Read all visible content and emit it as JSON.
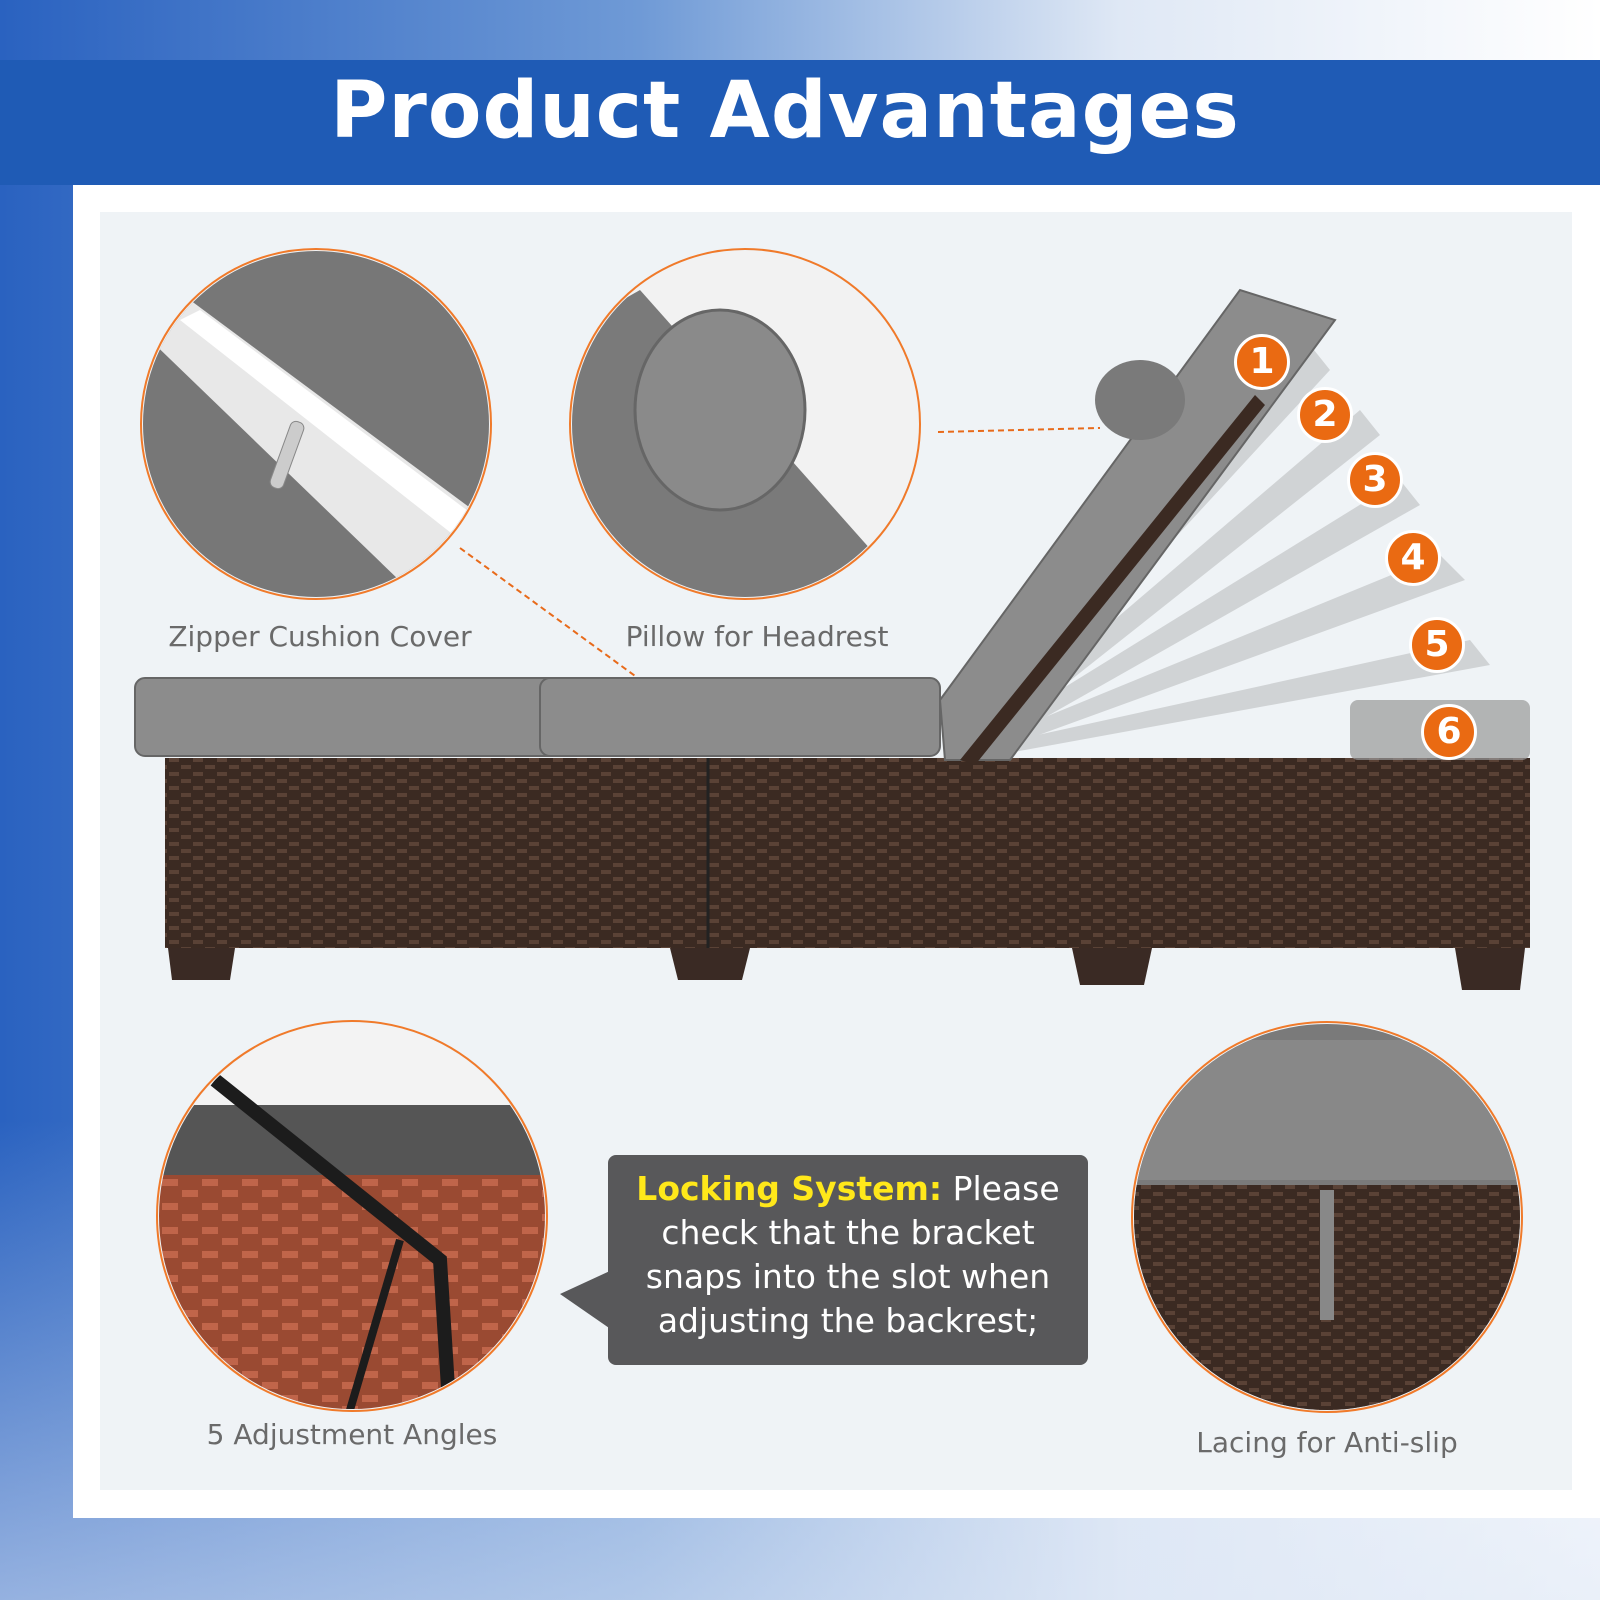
{
  "title": "Product Advantages",
  "features": {
    "zipper": "Zipper Cushion Cover",
    "pillow": "Pillow for Headrest",
    "angles": "5 Adjustment Angles",
    "lacing": "Lacing for Anti-slip"
  },
  "locking": {
    "heading": "Locking System:",
    "lines": [
      "Please",
      "check that the bracket",
      "snaps into the slot when",
      "adjusting the backrest;"
    ]
  },
  "positions": [
    "1",
    "2",
    "3",
    "4",
    "5",
    "6"
  ],
  "colors": {
    "banner": "#1f5bb5",
    "accent": "#ea6a12",
    "highlight": "#ffe81a"
  }
}
